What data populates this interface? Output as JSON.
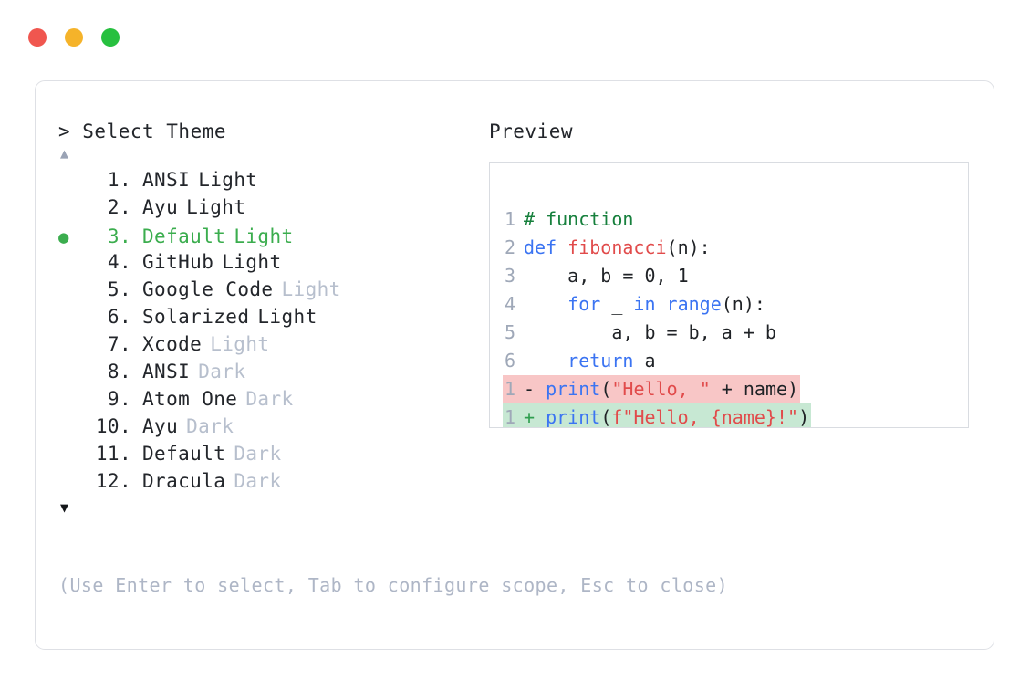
{
  "window": {
    "traffic_lights": [
      {
        "name": "close",
        "color": "#F0564F"
      },
      {
        "name": "minimize",
        "color": "#F5B32A"
      },
      {
        "name": "maximize",
        "color": "#27C03F"
      }
    ]
  },
  "left": {
    "prompt": "> Select Theme",
    "scroll_up": "▲",
    "scroll_down": "▼",
    "selected_bullet": "●",
    "selected_index": 3,
    "accent_color": "#3BAD4E",
    "items": [
      {
        "index": "1.",
        "name": "ANSI",
        "variant": "Light",
        "variant_muted": false,
        "selected": false
      },
      {
        "index": "2.",
        "name": "Ayu",
        "variant": "Light",
        "variant_muted": false,
        "selected": false
      },
      {
        "index": "3.",
        "name": "Default",
        "variant": "Light",
        "variant_muted": false,
        "selected": true
      },
      {
        "index": "4.",
        "name": "GitHub",
        "variant": "Light",
        "variant_muted": false,
        "selected": false
      },
      {
        "index": "5.",
        "name": "Google Code",
        "variant": "Light",
        "variant_muted": true,
        "selected": false
      },
      {
        "index": "6.",
        "name": "Solarized",
        "variant": "Light",
        "variant_muted": false,
        "selected": false
      },
      {
        "index": "7.",
        "name": "Xcode",
        "variant": "Light",
        "variant_muted": true,
        "selected": false
      },
      {
        "index": "8.",
        "name": "ANSI",
        "variant": "Dark",
        "variant_muted": true,
        "selected": false
      },
      {
        "index": "9.",
        "name": "Atom One",
        "variant": "Dark",
        "variant_muted": true,
        "selected": false
      },
      {
        "index": "10.",
        "name": "Ayu",
        "variant": "Dark",
        "variant_muted": true,
        "selected": false
      },
      {
        "index": "11.",
        "name": "Default",
        "variant": "Dark",
        "variant_muted": true,
        "selected": false
      },
      {
        "index": "12.",
        "name": "Dracula",
        "variant": "Dark",
        "variant_muted": true,
        "selected": false
      }
    ],
    "hint": "(Use Enter to select, Tab to configure scope, Esc to close)"
  },
  "preview": {
    "title": "Preview",
    "code_lines": [
      {
        "n": "1",
        "tokens": [
          {
            "t": "# function",
            "c": "comment"
          }
        ]
      },
      {
        "n": "2",
        "tokens": [
          {
            "t": "def ",
            "c": "kw"
          },
          {
            "t": "fibonacci",
            "c": "fn"
          },
          {
            "t": "(n):",
            "c": "plain"
          }
        ]
      },
      {
        "n": "3",
        "tokens": [
          {
            "t": "    a, b = 0, 1",
            "c": "plain"
          }
        ]
      },
      {
        "n": "4",
        "tokens": [
          {
            "t": "    ",
            "c": "plain"
          },
          {
            "t": "for",
            "c": "kw"
          },
          {
            "t": " _ ",
            "c": "plain"
          },
          {
            "t": "in range",
            "c": "kw"
          },
          {
            "t": "(n):",
            "c": "plain"
          }
        ]
      },
      {
        "n": "5",
        "tokens": [
          {
            "t": "        a, b = b, a + b",
            "c": "plain"
          }
        ]
      },
      {
        "n": "6",
        "tokens": [
          {
            "t": "    ",
            "c": "plain"
          },
          {
            "t": "return",
            "c": "kw"
          },
          {
            "t": " a",
            "c": "plain"
          }
        ]
      }
    ],
    "diff_lines": [
      {
        "n": "1",
        "marker": "-",
        "kind": "removed",
        "bg": "#F8C6C6",
        "tokens": [
          {
            "t": "print",
            "c": "kw"
          },
          {
            "t": "(",
            "c": "plain"
          },
          {
            "t": "\"Hello, \"",
            "c": "str"
          },
          {
            "t": " + name)",
            "c": "plain"
          }
        ]
      },
      {
        "n": "1",
        "marker": "+",
        "kind": "added",
        "bg": "#C7E8D3",
        "tokens": [
          {
            "t": "print",
            "c": "kw"
          },
          {
            "t": "(",
            "c": "plain"
          },
          {
            "t": "f\"Hello, {name}!\"",
            "c": "str"
          },
          {
            "t": ")",
            "c": "plain"
          }
        ]
      }
    ],
    "syntax_colors": {
      "comment": "#17803D",
      "keyword": "#3B74F2",
      "function": "#E14B4B",
      "string": "#E14B4B",
      "plain": "#1F2226",
      "line_number": "#9FA8B8"
    }
  }
}
